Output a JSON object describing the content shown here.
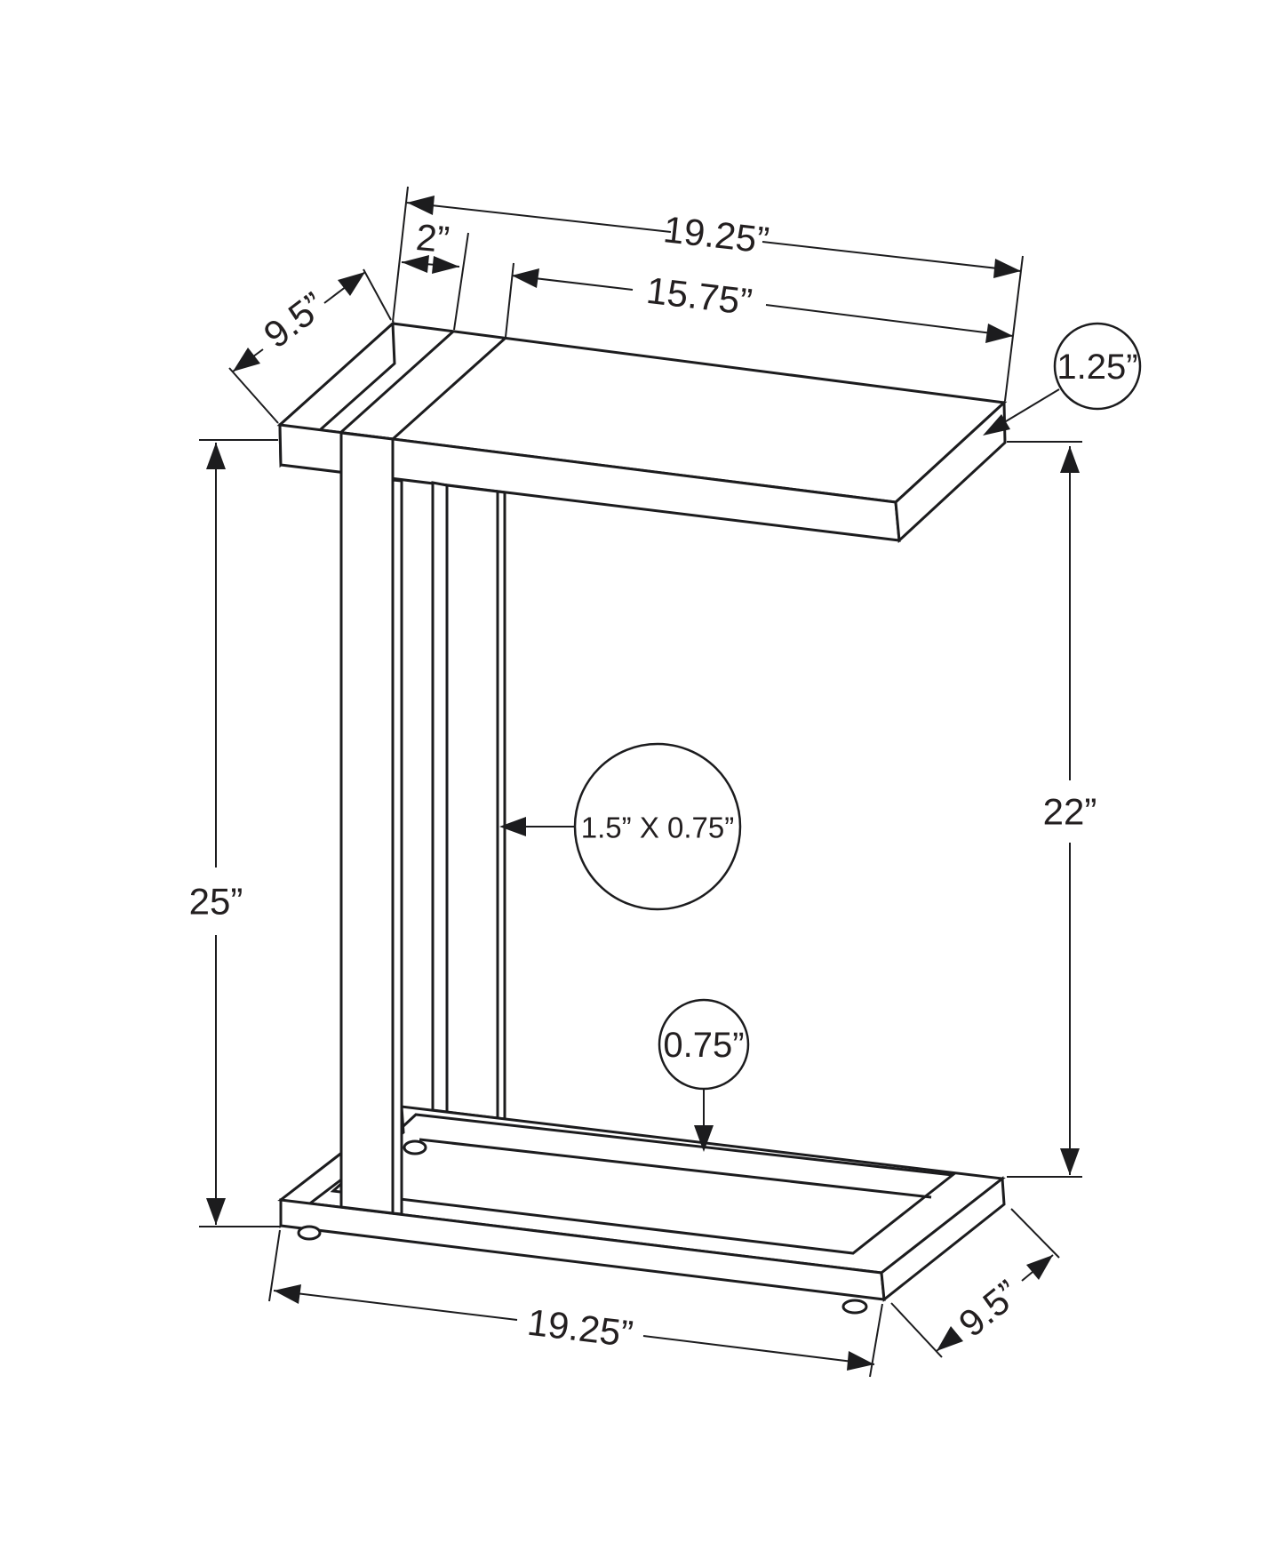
{
  "diagram": {
    "type": "furniture-dimension-drawing",
    "line_color": "#1c1c1e",
    "background": "#ffffff"
  },
  "labels": {
    "top_length": "19.25”",
    "top_frame_width": "2”",
    "top_surface_length": "15.75”",
    "top_depth": "9.5”",
    "top_thickness": "1.25”",
    "overall_height": "25”",
    "clearance_height": "22”",
    "leg_tube_size": "1.5” X 0.75”",
    "base_thickness": "0.75”",
    "base_length": "19.25”",
    "base_depth": "9.5”"
  }
}
